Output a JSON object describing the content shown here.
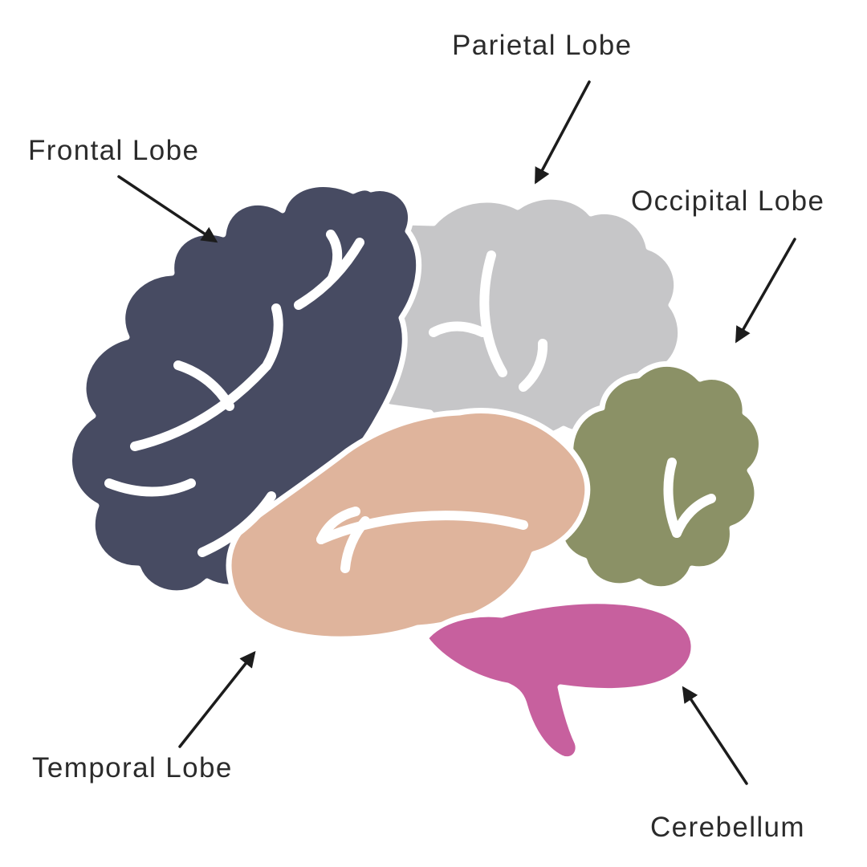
{
  "diagram": {
    "type": "labeled-anatomy-diagram",
    "regions": [
      {
        "id": "frontal-lobe",
        "label": "Frontal Lobe",
        "color": "#474B62"
      },
      {
        "id": "parietal-lobe",
        "label": "Parietal Lobe",
        "color": "#C6C6C8"
      },
      {
        "id": "occipital-lobe",
        "label": "Occipital Lobe",
        "color": "#8B9166"
      },
      {
        "id": "temporal-lobe",
        "label": "Temporal Lobe",
        "color": "#DFB49C"
      },
      {
        "id": "cerebellum",
        "label": "Cerebellum",
        "color": "#C7609E"
      }
    ],
    "colors": {
      "background": "#FFFFFF",
      "text": "#2B2B2B",
      "arrow": "#1C1C1C",
      "sulci": "#FFFFFF"
    }
  }
}
